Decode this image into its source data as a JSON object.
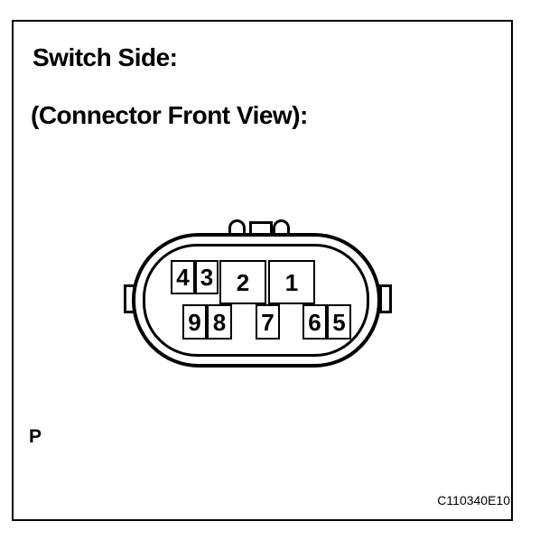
{
  "title": {
    "line1": "Switch Side:",
    "line2": "(Connector Front View):"
  },
  "connector": {
    "description": "9-pin connector front view",
    "pins": [
      {
        "label": "4"
      },
      {
        "label": "3"
      },
      {
        "label": "2"
      },
      {
        "label": "1"
      },
      {
        "label": "9"
      },
      {
        "label": "8"
      },
      {
        "label": "7"
      },
      {
        "label": "6"
      },
      {
        "label": "5"
      }
    ]
  },
  "footer": {
    "page_letter": "P",
    "figure_code": "C110340E10"
  },
  "colors": {
    "line": "#000000",
    "background": "#ffffff"
  }
}
